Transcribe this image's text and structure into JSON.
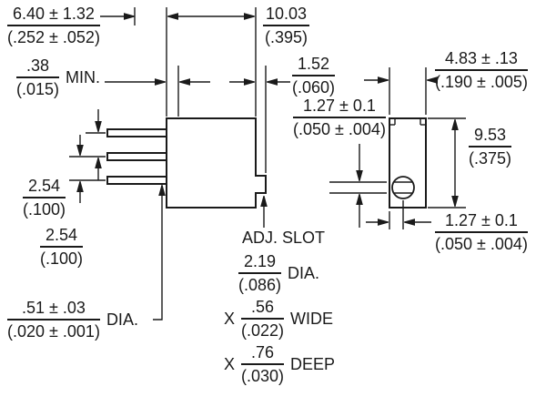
{
  "dims": {
    "pin_length": {
      "mm": "6.40 ± 1.32",
      "inch": "(.252 ± .052)"
    },
    "body_length": {
      "mm": "10.03",
      "inch": "(.395)"
    },
    "standoff": {
      "mm": ".38",
      "inch": "(.015)",
      "label": "MIN."
    },
    "tab_width": {
      "mm": "1.52",
      "inch": "(.060)"
    },
    "body_width": {
      "mm": "4.83 ± .13",
      "inch": "(.190 ± .005)"
    },
    "slot_offset_front": {
      "mm": "1.27 ± 0.1",
      "inch": "(.050 ± .004)"
    },
    "body_height": {
      "mm": "9.53",
      "inch": "(.375)"
    },
    "pin_pitch_upper": {
      "mm": "2.54",
      "inch": "(.100)"
    },
    "pin_pitch_lower": {
      "mm": "2.54",
      "inch": "(.100)"
    },
    "slot_offset_side": {
      "mm": "1.27 ± 0.1",
      "inch": "(.050 ± .004)"
    },
    "pin_diameter": {
      "mm": ".51 ± .03",
      "inch": "(.020 ± .001)",
      "label": "DIA."
    },
    "adj_slot": {
      "label": "ADJ. SLOT"
    },
    "slot_diameter": {
      "mm": "2.19",
      "inch": "(.086)",
      "label": "DIA."
    },
    "slot_width": {
      "prefix": "X",
      "mm": ".56",
      "inch": "(.022)",
      "label": "WIDE"
    },
    "slot_depth": {
      "prefix": "X",
      "mm": ".76",
      "inch": "(.030)",
      "label": "DEEP"
    }
  },
  "colors": {
    "line": "#1a1a1a",
    "background": "#ffffff"
  }
}
